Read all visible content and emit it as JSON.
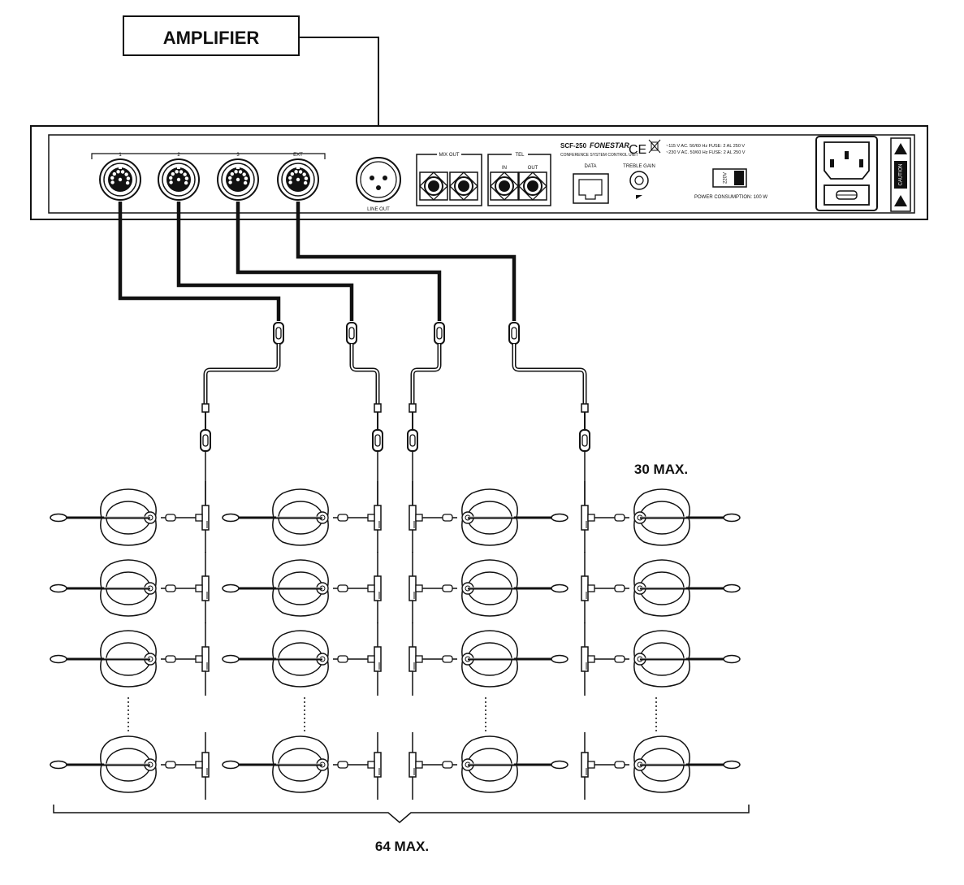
{
  "amplifier": {
    "label": "AMPLIFIER"
  },
  "rear_panel": {
    "din_labels": [
      "1",
      "2",
      "3",
      "EXT"
    ],
    "line_out": "LINE OUT",
    "mix_out": "MIX OUT",
    "tel": "TEL",
    "tel_in": "IN",
    "tel_out": "OUT",
    "model": "SCF-250",
    "brand": "FONESTAR",
    "ce_mark": "CE",
    "subtitle": "CONFERENCE SYSTEM CONTROL UNIT",
    "data": "DATA",
    "treble_gain": "TREBLE GAIN",
    "power_line1": "~115 V AC. 50/60 Hz FUSE: 2 AL 250 V",
    "power_line2": "~230 V AC. 50/60 Hz FUSE: 2 AL 250 V",
    "voltage_switch": "220V",
    "power_consumption": "POWER CONSUMPTION: 100 W",
    "caution_label": "CAUTION"
  },
  "annotations": {
    "per_line_max": "30 MAX.",
    "total_max": "64 MAX."
  }
}
